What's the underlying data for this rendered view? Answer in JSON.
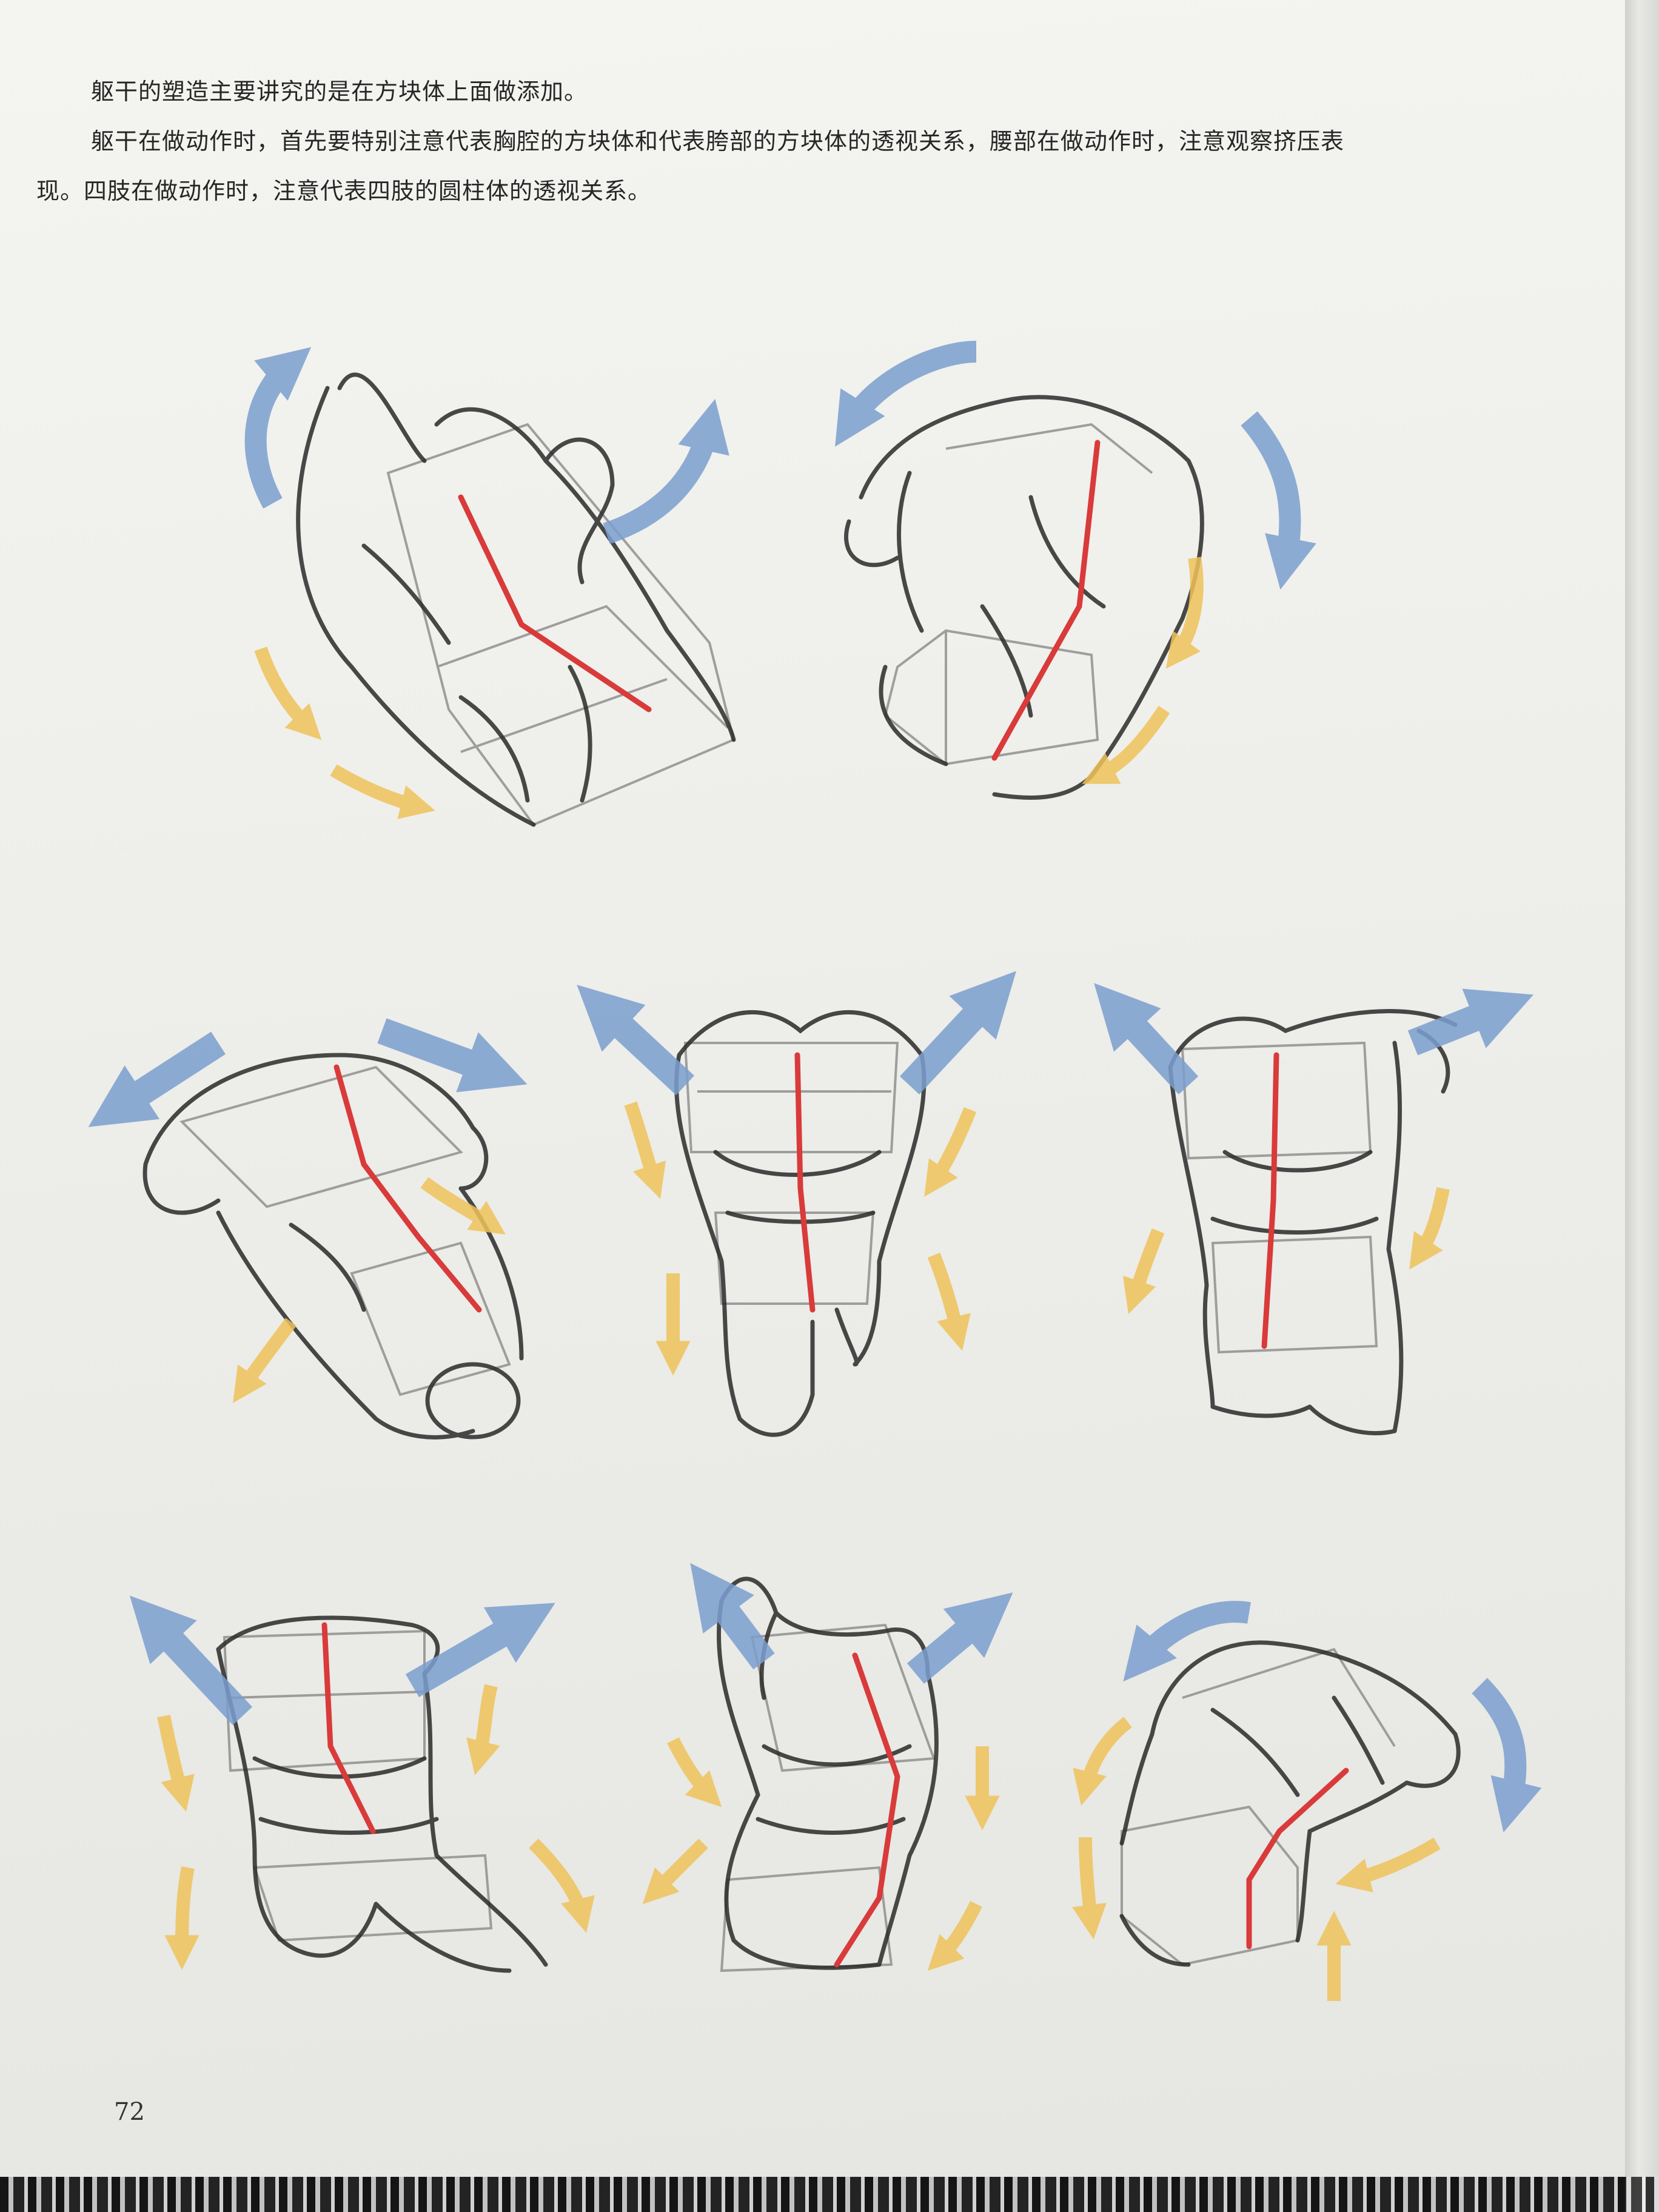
{
  "text": {
    "line1": "躯干的塑造主要讲究的是在方块体上面做添加。",
    "line2": "躯干在做动作时，首先要特别注意代表胸腔的方块体和代表胯部的方块体的透视关系，腰部在做动作时，注意观察挤压表",
    "line3": "现。四肢在做动作时，注意代表四肢的圆柱体的透视关系。"
  },
  "page_number": "72",
  "figures": [
    {
      "row": 1,
      "col": 1,
      "subject": "torso-sketch"
    },
    {
      "row": 1,
      "col": 2,
      "subject": "torso-sketch"
    },
    {
      "row": 2,
      "col": 1,
      "subject": "torso-sketch"
    },
    {
      "row": 2,
      "col": 2,
      "subject": "torso-sketch"
    },
    {
      "row": 2,
      "col": 3,
      "subject": "torso-sketch"
    },
    {
      "row": 3,
      "col": 1,
      "subject": "torso-sketch"
    },
    {
      "row": 3,
      "col": 2,
      "subject": "torso-sketch"
    },
    {
      "row": 3,
      "col": 3,
      "subject": "torso-sketch"
    }
  ],
  "colors": {
    "stretch_arrow": "#7b9fcf",
    "compress_arrow": "#efc35a",
    "center_line": "#d93a3a",
    "sketch": "#2a2a2a",
    "construction_box": "#8a8a8a"
  }
}
